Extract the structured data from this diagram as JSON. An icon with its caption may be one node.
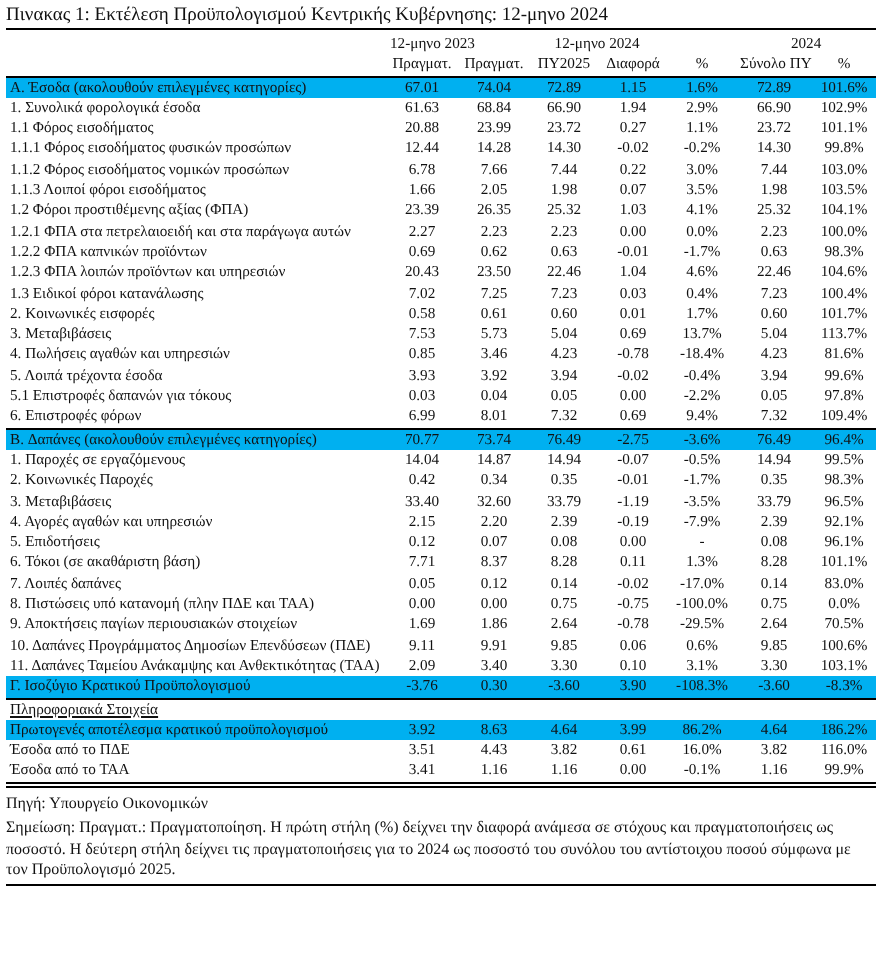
{
  "diagram": {
    "title": "Πινακας 1: Εκτέλεση Προϋπολογισμού Κεντρικής Κυβέρνησης: 12-μηνο 2024",
    "labels": [
      "12-μηνο 2023",
      "12-μηνο 2024",
      "2024",
      "Πραγματ.",
      "Πραγματ.",
      "ΠΥ2025",
      "Διαφορά",
      "%",
      "Σύνολο ΠΥ",
      "%",
      "A. Έσοδα (ακολουθούν επιλεγμένες κατηγορίες)",
      "67.01",
      "74.04",
      "72.89",
      "1.15",
      "1.6%",
      "72.89",
      "101.6%",
      "1. Συνολικά φορολογικά έσοδα",
      "61.63",
      "68.84",
      "66.90",
      "1.94",
      "2.9%",
      "66.90",
      "102.9%",
      "1.1 Φόρος εισοδήματος",
      "20.88",
      "23.99",
      "23.72",
      "0.27",
      "1.1%",
      "23.72",
      "101.1%",
      "1.1.1 Φόρος εισοδήματος φυσικών προσώπων",
      "12.44",
      "14.28",
      "14.30",
      "-0.02",
      "-0.2%",
      "14.30",
      "99.8%",
      "1.1.2 Φόρος εισοδήματος νομικών προσώπων",
      "6.78",
      "7.66",
      "7.44",
      "0.22",
      "3.0%",
      "7.44",
      "103.0%",
      "1.1.3 Λοιποί φόροι εισοδήματος",
      "1.66",
      "2.05",
      "1.98",
      "0.07",
      "3.5%",
      "1.98",
      "103.5%",
      "1.2 Φόροι προστιθέμενης αξίας (ΦΠΑ)",
      "23.39",
      "26.35",
      "25.32",
      "1.03",
      "4.1%",
      "25.32",
      "104.1%",
      "1.2.1 ΦΠΑ στα πετρελαιοειδή και στα παράγωγα αυτών",
      "2.27",
      "2.23",
      "2.23",
      "0.00",
      "0.0%",
      "2.23",
      "100.0%",
      "1.2.2 ΦΠΑ καπνικών προϊόντων",
      "0.69",
      "0.62",
      "0.63",
      "-0.01",
      "-1.7%",
      "0.63",
      "98.3%",
      "1.2.3 ΦΠΑ λοιπών προϊόντων και υπηρεσιών",
      "20.43",
      "23.50",
      "22.46",
      "1.04",
      "4.6%",
      "22.46",
      "104.6%",
      "1.3 Ειδικοί φόροι κατανάλωσης",
      "7.02",
      "7.25",
      "7.23",
      "0.03",
      "0.4%",
      "7.23",
      "100.4%",
      "2. Κοινωνικές εισφορές",
      "0.58",
      "0.61",
      "0.60",
      "0.01",
      "1.7%",
      "0.60",
      "101.7%",
      "3. Μεταβιβάσεις",
      "7.53",
      "5.73",
      "5.04",
      "0.69",
      "13.7%",
      "5.04",
      "113.7%",
      "4. Πωλήσεις αγαθών και υπηρεσιών",
      "0.85",
      "3.46",
      "4.23",
      "-0.78",
      "-18.4%",
      "4.23",
      "81.6%",
      "5. Λοιπά τρέχοντα έσοδα",
      "3.93",
      "3.92",
      "3.94",
      "-0.02",
      "-0.4%",
      "3.94",
      "99.6%",
      "5.1 Επιστροφές δαπανών για τόκους",
      "0.03",
      "0.04",
      "0.05",
      "0.00",
      "-2.2%",
      "0.05",
      "97.8%",
      "6. Επιστροφές φόρων",
      "6.99",
      "8.01",
      "7.32",
      "0.69",
      "9.4%",
      "7.32",
      "109.4%",
      "B. Δαπάνες (ακολουθούν επιλεγμένες κατηγορίες)",
      "70.77",
      "73.74",
      "76.49",
      "-2.75",
      "-3.6%",
      "76.49",
      "96.4%",
      "1. Παροχές σε εργαζόμενους",
      "14.04",
      "14.87",
      "14.94",
      "-0.07",
      "-0.5%",
      "14.94",
      "99.5%",
      "2. Κοινωνικές Παροχές",
      "0.42",
      "0.34",
      "0.35",
      "-0.01",
      "-1.7%",
      "0.35",
      "98.3%",
      "3. Μεταβιβάσεις",
      "33.40",
      "32.60",
      "33.79",
      "-1.19",
      "-3.5%",
      "33.79",
      "96.5%",
      "4. Αγορές αγαθών και υπηρεσιών",
      "2.15",
      "2.20",
      "2.39",
      "-0.19",
      "-7.9%",
      "2.39",
      "92.1%",
      "5. Επιδοτήσεις",
      "0.12",
      "0.07",
      "0.08",
      "0.00",
      "-",
      "0.08",
      "96.1%",
      "6. Τόκοι (σε ακαθάριστη βάση)",
      "7.71",
      "8.37",
      "8.28",
      "0.11",
      "1.3%",
      "8.28",
      "101.1%",
      "7. Λοιπές δαπάνες",
      "0.05",
      "0.12",
      "0.14",
      "-0.02",
      "-17.0%",
      "0.14",
      "83.0%",
      "8. Πιστώσεις υπό κατανομή (πλην ΠΔΕ και ΤΑΑ)",
      "0.00",
      "0.00",
      "0.75",
      "-0.75",
      "-100.0%",
      "0.75",
      "0.0%",
      "9. Αποκτήσεις παγίων περιουσιακών στοιχείων",
      "1.69",
      "1.86",
      "2.64",
      "-0.78",
      "-29.5%",
      "2.64",
      "70.5%",
      "10. Δαπάνες Προγράμματος Δημοσίων Επενδύσεων (ΠΔΕ)",
      "9.11",
      "9.91",
      "9.85",
      "0.06",
      "0.6%",
      "9.85",
      "100.6%",
      "11. Δαπάνες Ταμείου Ανάκαμψης και Ανθεκτικότητας (ΤΑΑ)",
      "2.09",
      "3.40",
      "3.30",
      "0.10",
      "3.1%",
      "3.30",
      "103.1%",
      "Γ. Ισοζύγιο Κρατικού Προϋπολογισμού",
      "-3.76",
      "0.30",
      "-3.60",
      "3.90",
      "-108.3%",
      "-3.60",
      "-8.3%",
      "Πληροφοριακά Στοιχεία",
      "Πρωτογενές αποτέλεσμα κρατικού προϋπολογισμού",
      "3.92",
      "8.63",
      "4.64",
      "3.99",
      "86.2%",
      "4.64",
      "186.2%",
      "Έσοδα από το ΠΔΕ",
      "3.51",
      "4.43",
      "3.82",
      "0.61",
      "16.0%",
      "3.82",
      "116.0%",
      "Έσοδα από το ΤΑΑ",
      "3.41",
      "1.16",
      "1.16",
      "0.00",
      "-0.1%",
      "1.16",
      "99.9%",
      "Πηγή: Υπουργείο Οικονομικών",
      "Σημείωση: Πραγματ.: Πραγματοποίηση. Η πρώτη στήλη (%) δείχνει την διαφορά ανάμεσα σε στόχους και πραγματοποιήσεις ως ποσοστό. Η δεύτερη στήλη δείχνει τις πραγματοποιήσεις για το 2024 ως ποσοστό του συνόλου του αντίστοιχου ποσού σύμφωνα με τον Προϋπολογισμό 2025."
    ]
  }
}
